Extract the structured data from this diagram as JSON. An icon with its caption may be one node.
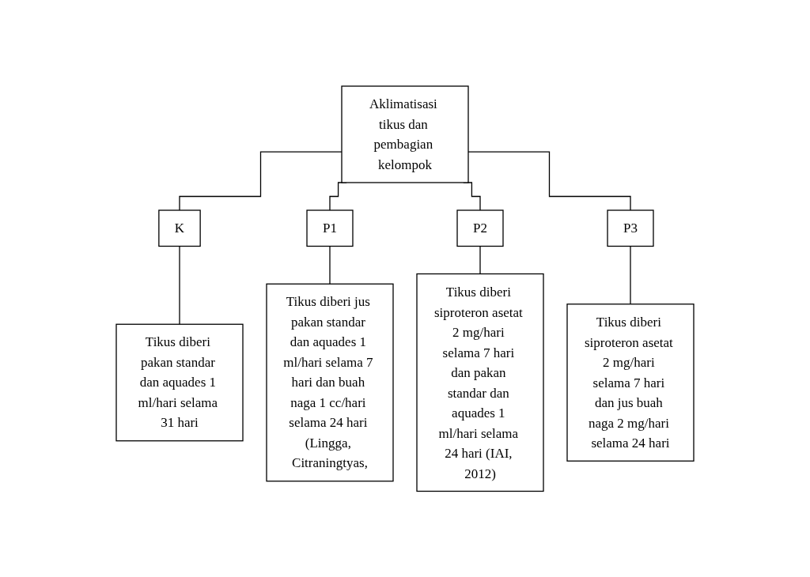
{
  "diagram": {
    "nodes": [
      {
        "text": [
          "Aklimatisasi tikus dan pembagian kelompok"
        ]
      },
      {
        "text": [
          "K"
        ]
      },
      {
        "text": [
          "P1"
        ]
      },
      {
        "text": [
          "P2"
        ]
      },
      {
        "text": [
          "P3"
        ]
      },
      {
        "text": [
          "Tikus diberi pakan standar dan aquades 1 ml/hari selama 31 hari"
        ]
      },
      {
        "text": [
          "Tikus diberi jus pakan standar dan aquades 1 ml/hari selama 7 hari dan buah naga 1 cc/hari selama 24 hari (Lingga, Citraningtyas,"
        ]
      },
      {
        "text": [
          "Tikus diberi siproteron asetat 2 mg/hari selama 7 hari dan pakan standar dan aquades 1 ml/hari selama 24 hari (IAI, 2012)"
        ]
      },
      {
        "text": [
          "Tikus diberi siproteron asetat 2 mg/hari selama 7 hari dan jus buah naga 2 mg/hari selama 24 hari"
        ]
      }
    ],
    "edges": [
      {
        "from": 0,
        "to": 1,
        "arrow": "none"
      },
      {
        "from": 0,
        "to": 2,
        "arrow": "none"
      },
      {
        "from": 0,
        "to": 3,
        "arrow": "none"
      },
      {
        "from": 0,
        "to": 4,
        "arrow": "none"
      },
      {
        "from": 1,
        "to": 5,
        "arrow": "none"
      },
      {
        "from": 2,
        "to": 6,
        "arrow": "none"
      },
      {
        "from": 3,
        "to": 7,
        "arrow": "none"
      },
      {
        "from": 4,
        "to": 8,
        "arrow": "none"
      }
    ]
  }
}
